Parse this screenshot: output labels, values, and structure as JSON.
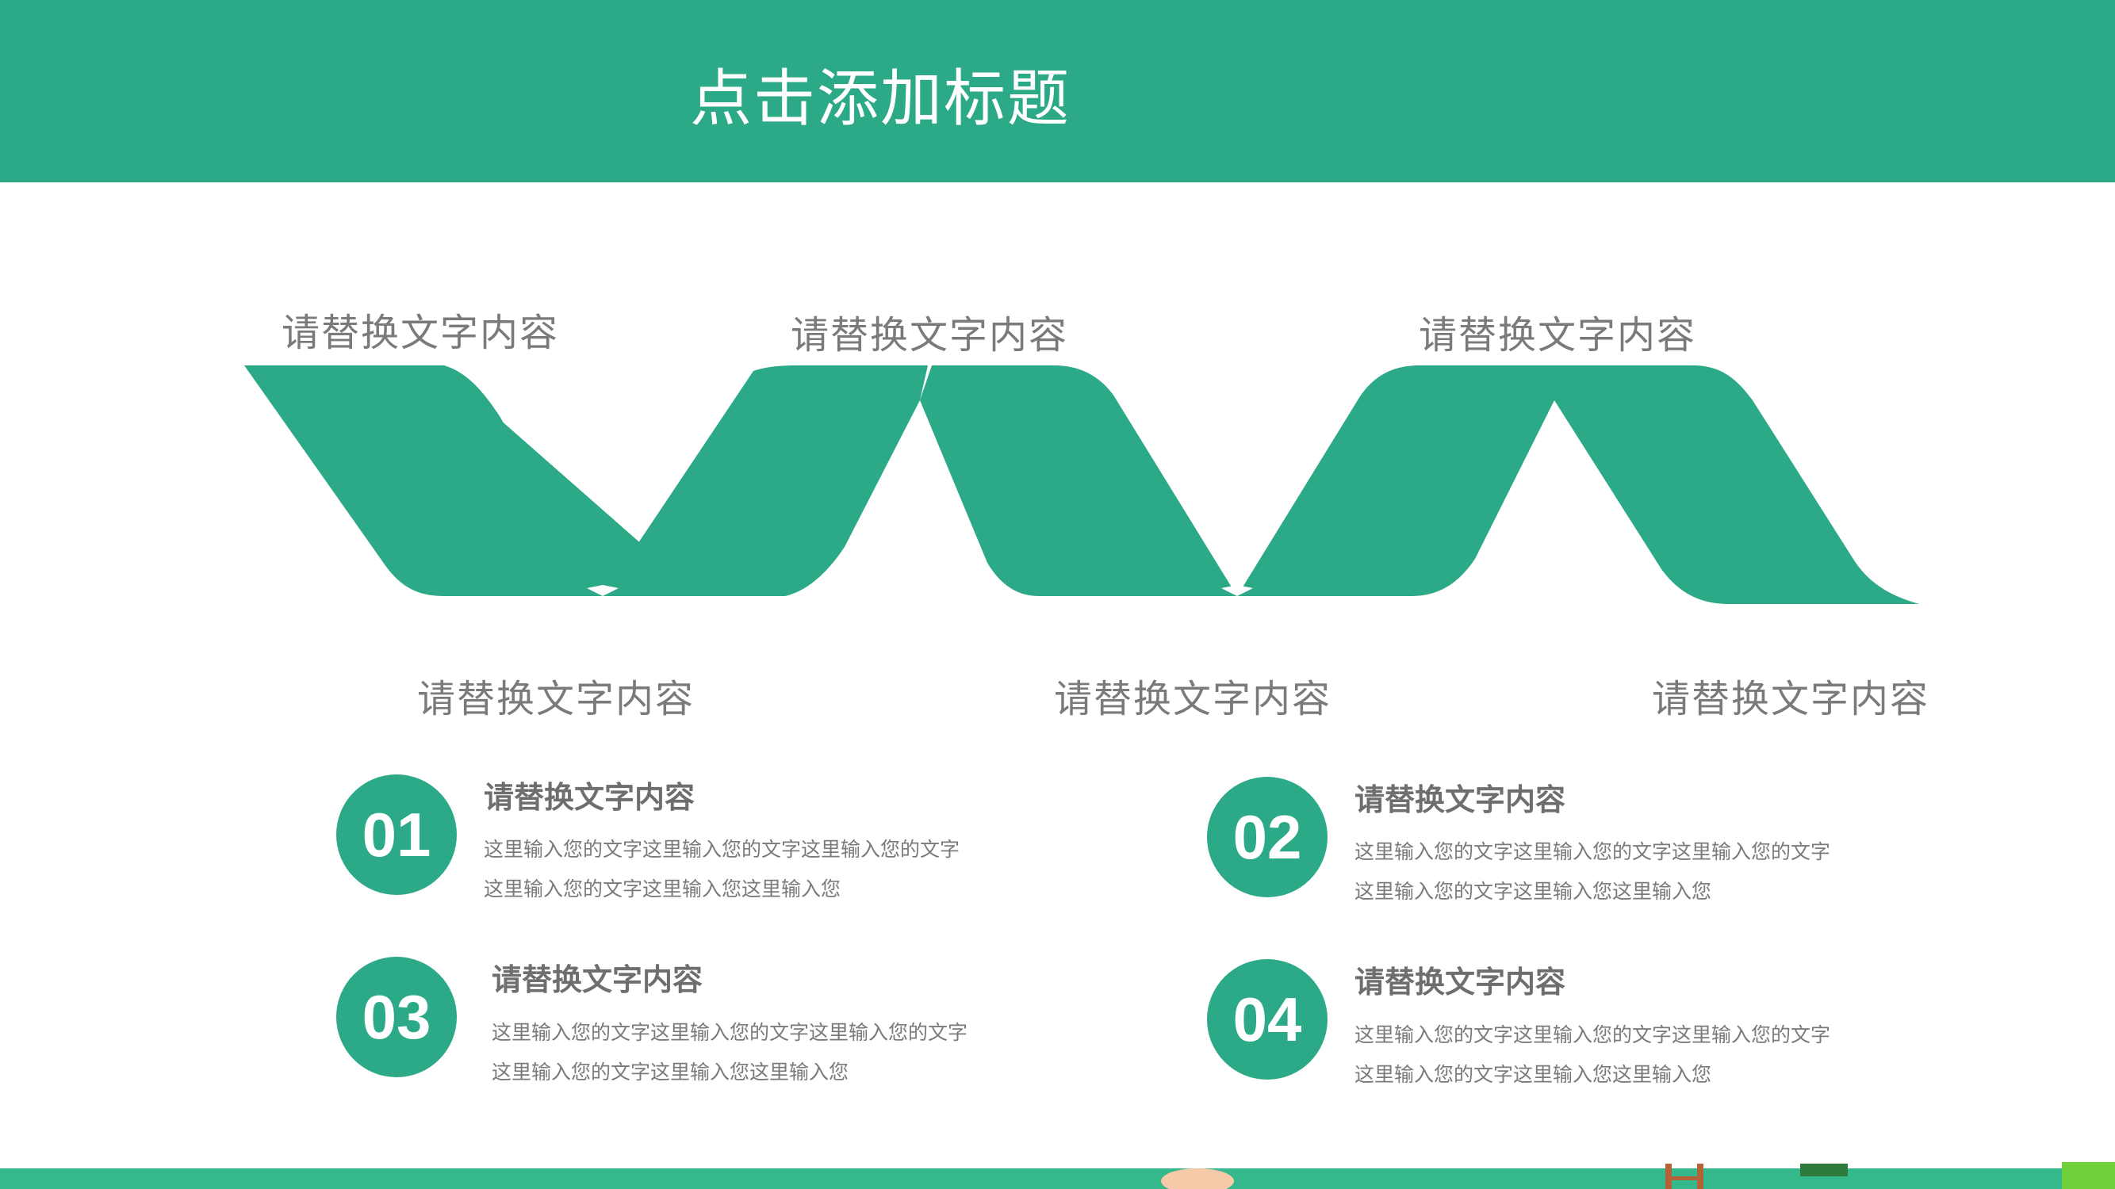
{
  "slide": {
    "title": "点击添加标题"
  },
  "wave": {
    "upper_labels": [
      "请替换文字内容",
      "请替换文字内容",
      "请替换文字内容"
    ],
    "lower_labels": [
      "请替换文字内容",
      "请替换文字内容",
      "请替换文字内容"
    ]
  },
  "items": [
    {
      "number": "01",
      "heading": "请替换文字内容",
      "body": "这里输入您的文字这里输入您的文字这里输入您的文字这里输入您的文字这里输入您这里输入您"
    },
    {
      "number": "02",
      "heading": "请替换文字内容",
      "body": "这里输入您的文字这里输入您的文字这里输入您的文字这里输入您的文字这里输入您这里输入您"
    },
    {
      "number": "03",
      "heading": "请替换文字内容",
      "body": "这里输入您的文字这里输入您的文字这里输入您的文字这里输入您的文字这里输入您这里输入您"
    },
    {
      "number": "04",
      "heading": "请替换文字内容",
      "body": "这里输入您的文字这里输入您的文字这里输入您的文字这里输入您的文字这里输入您这里输入您"
    }
  ],
  "colors": {
    "accent": "#2ca986",
    "text": "#7a7a7a",
    "heading": "#6e6e6e"
  }
}
